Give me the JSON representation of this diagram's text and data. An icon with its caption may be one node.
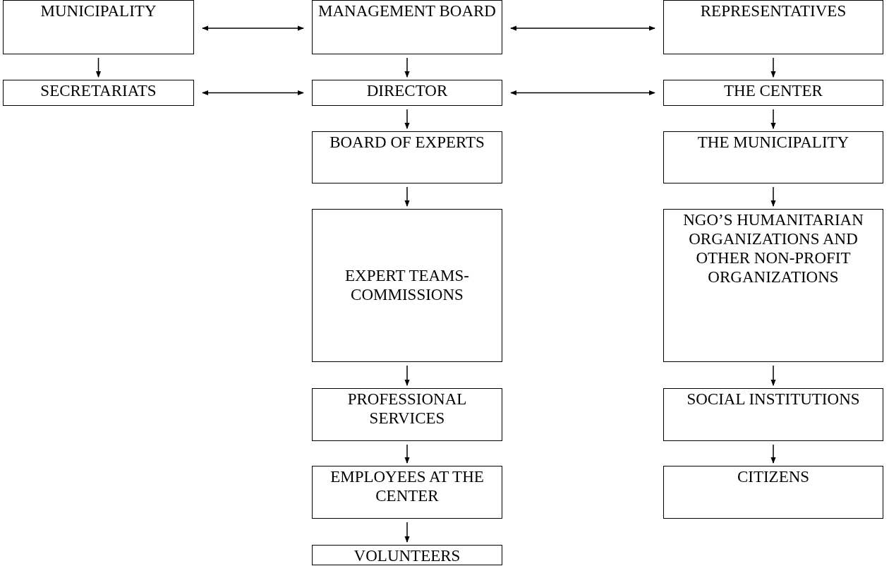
{
  "diagram": {
    "nodes": [
      {
        "text": [
          "MUNICIPALITY"
        ]
      },
      {
        "text": [
          "MANAGEMENT BOARD"
        ]
      },
      {
        "text": [
          "REPRESENTATIVES"
        ]
      },
      {
        "text": [
          "SECRETARIATS"
        ]
      },
      {
        "text": [
          "DIRECTOR"
        ]
      },
      {
        "text": [
          "THE CENTER"
        ]
      },
      {
        "text": [
          "BOARD OF EXPERTS"
        ]
      },
      {
        "text": [
          "THE MUNICIPALITY"
        ]
      },
      {
        "text": [
          "EXPERT TEAMS-COMMISSIONS"
        ]
      },
      {
        "text": [
          "NGO’S HUMANITARIAN ORGANIZATIONS AND OTHER NON-PROFIT ORGANIZATIONS"
        ]
      },
      {
        "text": [
          "PROFESSIONAL SERVICES"
        ]
      },
      {
        "text": [
          "SOCIAL INSTITUTIONS"
        ]
      },
      {
        "text": [
          "EMPLOYEES AT THE CENTER"
        ]
      },
      {
        "text": [
          "CITIZENS"
        ]
      },
      {
        "text": [
          "VOLUNTEERS"
        ]
      }
    ],
    "edges": [
      {
        "from": 0,
        "to": 1,
        "arrow": "both"
      },
      {
        "from": 1,
        "to": 2,
        "arrow": "both"
      },
      {
        "from": 3,
        "to": 4,
        "arrow": "both"
      },
      {
        "from": 4,
        "to": 5,
        "arrow": "both"
      },
      {
        "from": 0,
        "to": 3,
        "arrow": "to"
      },
      {
        "from": 1,
        "to": 4,
        "arrow": "to"
      },
      {
        "from": 2,
        "to": 5,
        "arrow": "to"
      },
      {
        "from": 4,
        "to": 6,
        "arrow": "to"
      },
      {
        "from": 5,
        "to": 7,
        "arrow": "to"
      },
      {
        "from": 6,
        "to": 8,
        "arrow": "to"
      },
      {
        "from": 7,
        "to": 9,
        "arrow": "to"
      },
      {
        "from": 8,
        "to": 10,
        "arrow": "to"
      },
      {
        "from": 9,
        "to": 11,
        "arrow": "to"
      },
      {
        "from": 10,
        "to": 12,
        "arrow": "to"
      },
      {
        "from": 11,
        "to": 13,
        "arrow": "to"
      },
      {
        "from": 12,
        "to": 14,
        "arrow": "to"
      }
    ]
  }
}
